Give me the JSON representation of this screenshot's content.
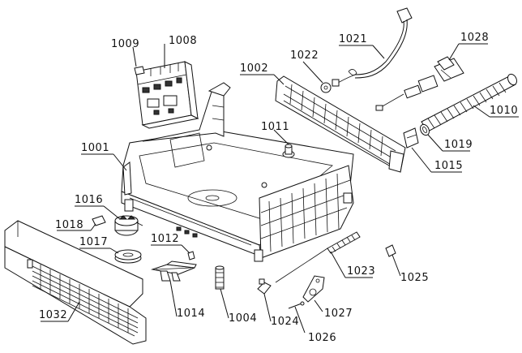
{
  "labels": {
    "l1001": "1001",
    "l1002": "1002",
    "l1004": "1004",
    "l1008": "1008",
    "l1009": "1009",
    "l1010": "1010",
    "l1011": "1011",
    "l1012": "1012",
    "l1014": "1014",
    "l1015": "1015",
    "l1016": "1016",
    "l1017": "1017",
    "l1018": "1018",
    "l1019": "1019",
    "l1021": "1021",
    "l1022": "1022",
    "l1023": "1023",
    "l1024": "1024",
    "l1025": "1025",
    "l1026": "1026",
    "l1027": "1027",
    "l1028": "1028",
    "l1032": "1032"
  }
}
